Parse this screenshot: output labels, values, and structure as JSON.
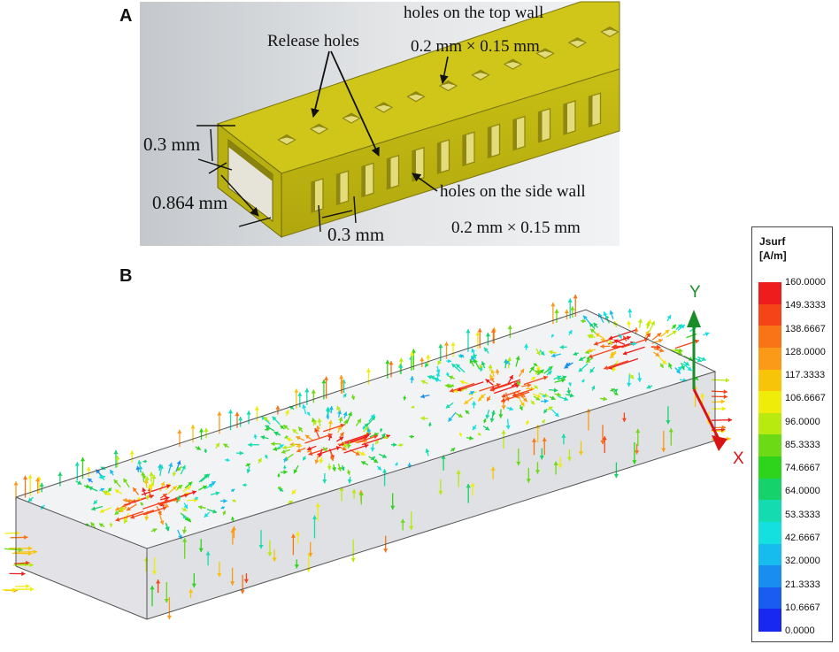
{
  "panels": {
    "a": {
      "label": "A",
      "annotations": {
        "release_holes": "Release holes",
        "top_wall": "holes on the top wall",
        "top_dims": "0.2 mm × 0.15 mm",
        "side_wall": "holes on the side wall",
        "side_dims": "0.2 mm × 0.15 mm",
        "height": "0.3 mm",
        "width": "0.864 mm",
        "spacing": "0.3 mm"
      },
      "colors": {
        "metal": "#c6bd12",
        "metal_top": "#d2c81c",
        "metal_dark": "#8f8810",
        "hole": "#e4dc7a"
      }
    },
    "b": {
      "label": "B",
      "axes": {
        "y_label": "Y",
        "x_label": "X"
      },
      "legend": {
        "title_line1": "Jsurf",
        "title_line2": "[A/m]",
        "ticks": [
          "160.0000",
          "149.3333",
          "138.6667",
          "128.0000",
          "117.3333",
          "106.6667",
          "96.0000",
          "85.3333",
          "74.6667",
          "64.0000",
          "53.3333",
          "42.6667",
          "32.0000",
          "21.3333",
          "10.6667",
          "0.0000"
        ],
        "colors": [
          "#ee1c1c",
          "#f54418",
          "#f87416",
          "#fb9a18",
          "#f8c40a",
          "#f0ec0a",
          "#b8ea10",
          "#6cda14",
          "#2ed41c",
          "#16d26a",
          "#14dcb0",
          "#14e0e0",
          "#16bcee",
          "#1a8ef0",
          "#1a5cf2",
          "#1828f0"
        ]
      }
    }
  }
}
